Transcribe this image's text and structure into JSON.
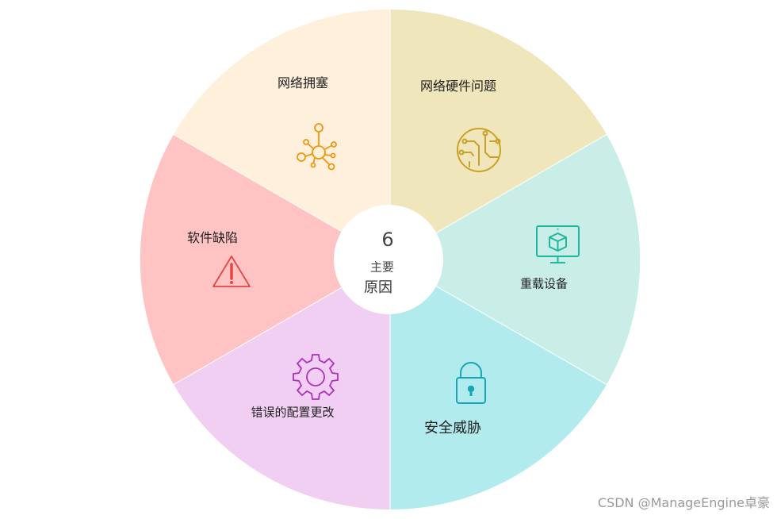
{
  "center": {
    "count": "6",
    "line1": "主要",
    "line2": "原因"
  },
  "segments": [
    {
      "label": "网络硬件问题",
      "icon": "circuit-icon",
      "fill": "#efe6bb",
      "icon_color": "#c9a227"
    },
    {
      "label": "重载设备",
      "icon": "monitor-cube-icon",
      "fill": "#c8eee7",
      "icon_color": "#1fb7a0"
    },
    {
      "label": "安全威胁",
      "icon": "padlock-icon",
      "fill": "#b1ebee",
      "icon_color": "#17a6b5"
    },
    {
      "label": "错误的配置更改",
      "icon": "gear-icon",
      "fill": "#f1cff2",
      "icon_color": "#b02fbf"
    },
    {
      "label": "软件缺陷",
      "icon": "warning-icon",
      "fill": "#fec3c2",
      "icon_color": "#e64545"
    },
    {
      "label": "网络拥塞",
      "icon": "network-hub-icon",
      "fill": "#fef0da",
      "icon_color": "#f0960e"
    }
  ],
  "watermark": "CSDN @ManageEngine卓豪"
}
